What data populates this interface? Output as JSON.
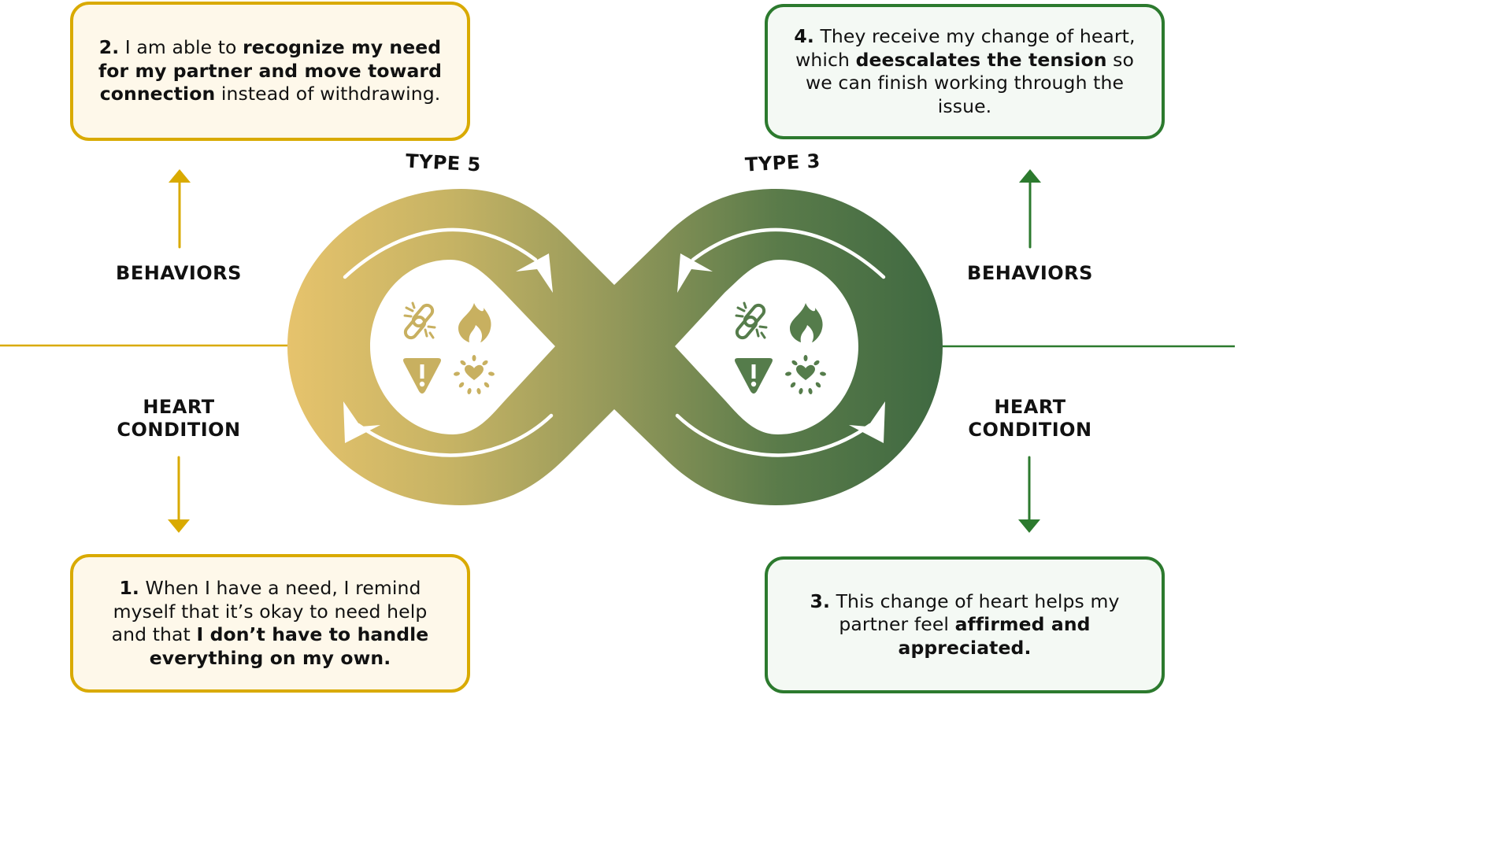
{
  "colors": {
    "gold": "#d9aa00",
    "green": "#2c7a2e",
    "gradient_start": "#e6c36c",
    "gradient_mid": "#93985a",
    "gradient_end": "#3f6941"
  },
  "types": {
    "left": "TYPE 5",
    "right": "TYPE 3"
  },
  "labels": {
    "left_behaviors": "BEHAVIORS",
    "left_heart_line1": "HEART",
    "left_heart_line2": "CONDITION",
    "right_behaviors": "BEHAVIORS",
    "right_heart_line1": "HEART",
    "right_heart_line2": "CONDITION"
  },
  "steps": {
    "step1": {
      "num": "1.",
      "parts": [
        {
          "t": " When I have a need, I remind myself that it’s okay to need help and that ",
          "b": false
        },
        {
          "t": "I don’t have to handle everything on my own.",
          "b": true
        }
      ]
    },
    "step2": {
      "num": "2.",
      "parts": [
        {
          "t": " I am able to ",
          "b": false
        },
        {
          "t": "recognize my need for my partner and move toward connection",
          "b": true
        },
        {
          "t": " instead of withdrawing.",
          "b": false
        }
      ]
    },
    "step3": {
      "num": "3.",
      "parts": [
        {
          "t": " This change of heart helps my partner feel ",
          "b": false
        },
        {
          "t": "affirmed and appreciated.",
          "b": true
        }
      ]
    },
    "step4": {
      "num": "4.",
      "parts": [
        {
          "t": " They receive my change of heart, which ",
          "b": false
        },
        {
          "t": "deescalates the tension",
          "b": true
        },
        {
          "t": " so we can finish working through the issue.",
          "b": false
        }
      ]
    }
  },
  "icons": [
    "broken-link-icon",
    "fire-icon",
    "warning-icon",
    "radiant-heart-icon"
  ]
}
